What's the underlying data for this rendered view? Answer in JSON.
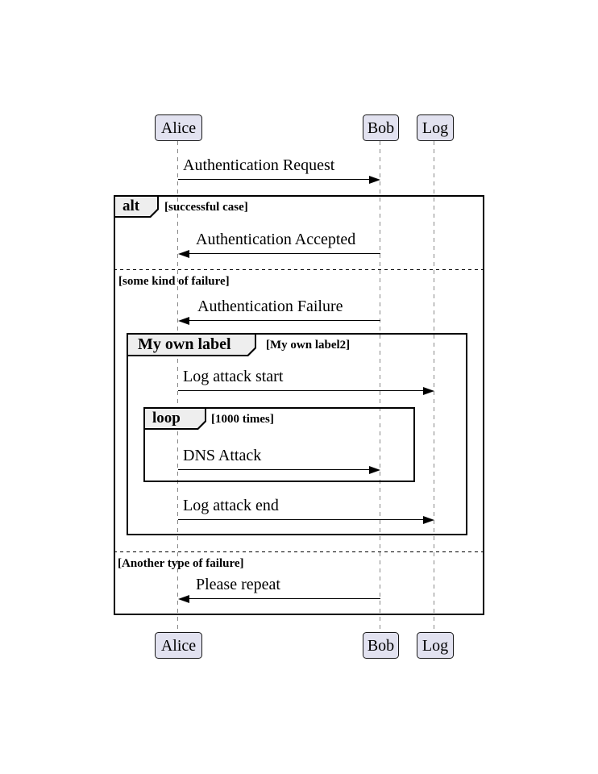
{
  "colors": {
    "background": "#FFFFFF",
    "text": "#000000",
    "participant_fill": "#E2E2F0",
    "participant_border": "#181818",
    "frame_border": "#000000",
    "label_fill": "#EEEEEE",
    "lifeline": "#888888"
  },
  "participants": [
    {
      "name": "Alice"
    },
    {
      "name": "Bob"
    },
    {
      "name": "Log"
    }
  ],
  "messages": [
    {
      "text": "Authentication Request",
      "from": "Alice",
      "to": "Bob"
    },
    {
      "text": "Authentication Accepted",
      "from": "Bob",
      "to": "Alice"
    },
    {
      "text": "Authentication Failure",
      "from": "Bob",
      "to": "Alice"
    },
    {
      "text": "Log attack start",
      "from": "Alice",
      "to": "Log"
    },
    {
      "text": "DNS Attack",
      "from": "Alice",
      "to": "Bob"
    },
    {
      "text": "Log attack end",
      "from": "Alice",
      "to": "Log"
    },
    {
      "text": "Please repeat",
      "from": "Bob",
      "to": "Alice"
    }
  ],
  "frames": {
    "alt": {
      "operator": "alt",
      "guard": "[successful case]",
      "else_guards": [
        "[some kind of failure]",
        "[Another type of failure]"
      ]
    },
    "group": {
      "operator": "My own label",
      "guard": "[My own label2]"
    },
    "loop": {
      "operator": "loop",
      "guard": "[1000 times]"
    }
  }
}
